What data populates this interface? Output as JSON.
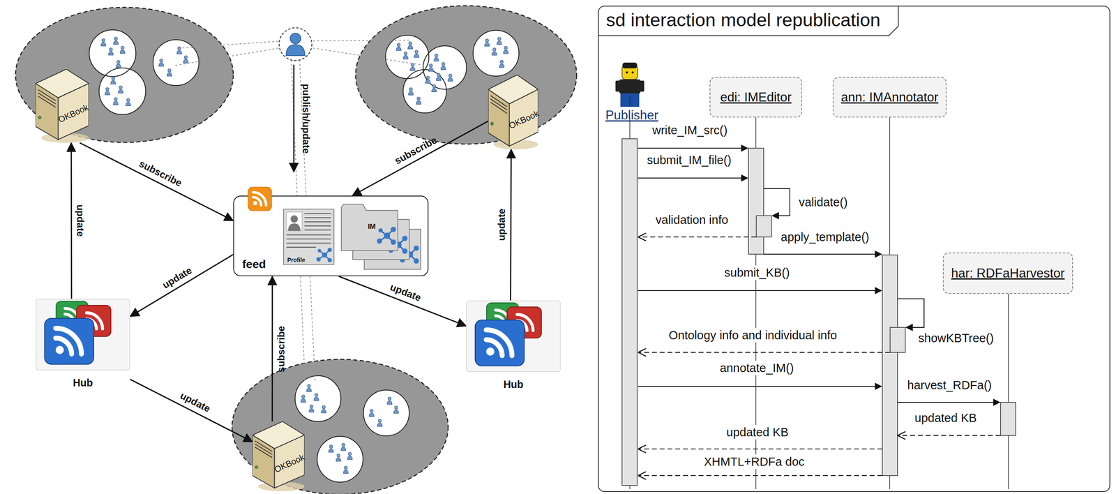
{
  "diagram": {
    "nodes": [
      {
        "text": [
          "OKBook"
        ]
      },
      {
        "text": [
          "OKBook"
        ]
      },
      {
        "text": [
          "feed"
        ]
      },
      {
        "text": [
          "Profile"
        ],
        "in": 2
      },
      {
        "text": [
          "IM"
        ],
        "in": 2
      },
      {
        "text": [
          "Hub"
        ]
      },
      {
        "text": [
          "Hub"
        ]
      },
      {
        "text": [
          "OKBook"
        ]
      },
      {
        "text": [
          "sd interaction model republication"
        ]
      },
      {
        "text": [
          "Publisher"
        ],
        "in": 8
      },
      {
        "text": [
          "edi: IMEditor"
        ],
        "in": 8
      },
      {
        "text": [
          "ann: IMAnnotator"
        ],
        "in": 8
      },
      {
        "text": [
          "har: RDFaHarvestor"
        ],
        "in": 8
      }
    ],
    "edges": [
      {
        "from": 0,
        "to": 2,
        "label": "subscribe",
        "arrow": "to"
      },
      {
        "from": 1,
        "to": 2,
        "label": "subscribe",
        "arrow": "to"
      },
      {
        "from": 7,
        "to": 2,
        "label": "subscribe",
        "arrow": "to"
      },
      {
        "from": 2,
        "to": 5,
        "label": "update",
        "arrow": "to"
      },
      {
        "from": 2,
        "to": 6,
        "label": "update",
        "arrow": "to"
      },
      {
        "from": 5,
        "to": 0,
        "label": "update",
        "arrow": "to"
      },
      {
        "from": 6,
        "to": 1,
        "label": "update",
        "arrow": "to"
      },
      {
        "from": 5,
        "to": 7,
        "label": "update",
        "arrow": "to"
      }
    ],
    "labels": [
      "publish/update",
      "write_IM_src()",
      "submit_IM_file()",
      "validate()",
      "validation info",
      "apply_template()",
      "submit_KB()",
      "showKBTree()",
      "Ontology info and individual info",
      "annotate_IM()",
      "harvest_RDFa()",
      "updated KB",
      "updated KB",
      "XHMTL+RDFa doc"
    ]
  }
}
